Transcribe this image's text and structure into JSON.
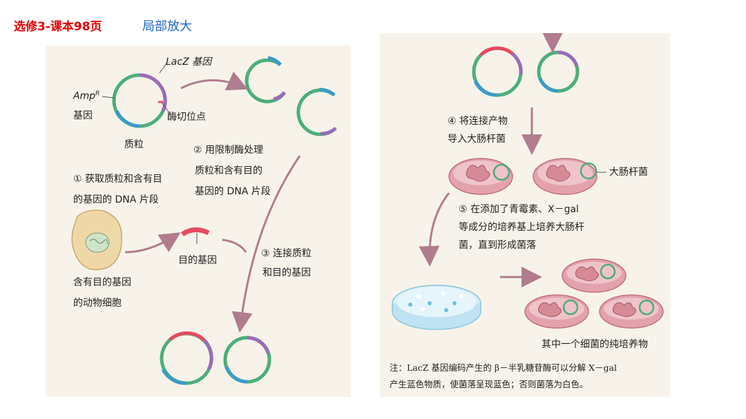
{
  "header": {
    "title_left": "选修3-课本98页",
    "title_right": "局部放大"
  },
  "left_panel": {
    "lacz_label": "LacZ 基因",
    "ampr_label_1": "Amp",
    "ampr_sup": "R",
    "ampr_label_2": "基因",
    "cut_site_label": "酶切位点",
    "plasmid_label": "质粒",
    "step2_line1": "② 用限制酶处理",
    "step2_line2": "质粒和含有目的",
    "step2_line3": "基因的 DNA 片段",
    "step1_line1": "① 获取质粒和含有目",
    "step1_line2": "的基因的 DNA 片段",
    "target_gene_label": "目的基因",
    "step3_line1": "③ 连接质粒",
    "step3_line2": "和目的基因",
    "cell_line1": "含有目的基因",
    "cell_line2": "的动物细胞"
  },
  "right_panel": {
    "step4_line1": "④ 将连接产物",
    "step4_line2": "导入大肠杆菌",
    "ecoli_label": "大肠杆菌",
    "step5_line1": "⑤ 在添加了青霉素、X－gal",
    "step5_line2": "等成分的培养基上培养大肠杆",
    "step5_line3": "菌，直到形成菌落",
    "pure_culture_label": "其中一个细菌的纯培养物",
    "note_line1": "注：LacZ 基因编码产生的 β－半乳糖苷酶可以分解 X－gal",
    "note_line2": "产生蓝色物质，使菌落呈现蓝色；否则菌落为白色。"
  },
  "colors": {
    "ring_green": "#4cae7a",
    "ring_blue": "#3b9bc9",
    "ring_purple": "#9b6bb8",
    "ring_red": "#e84a5f",
    "arrow": "#b07c8e",
    "bacteria": "#e3a2ad",
    "dish": "#bfe3f2"
  }
}
